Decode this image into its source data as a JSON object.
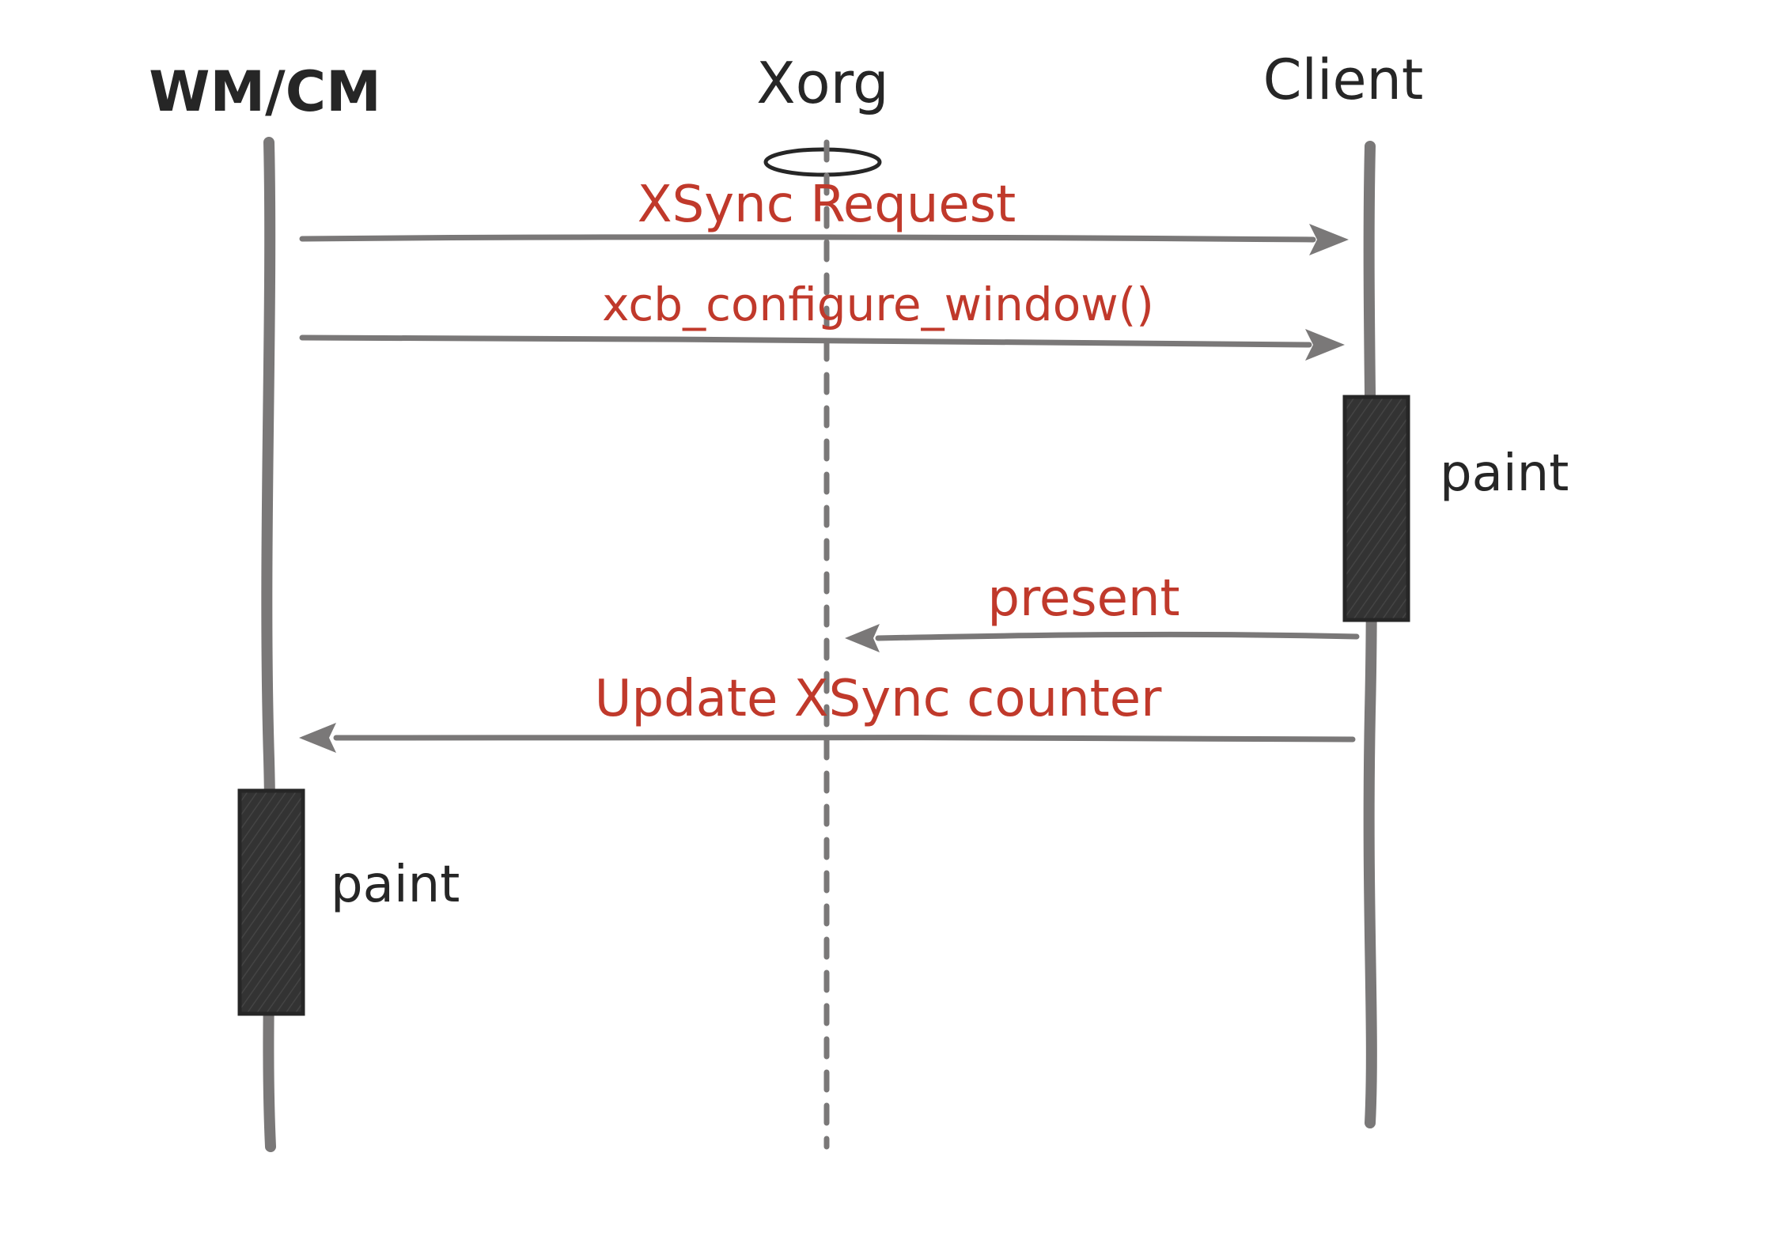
{
  "diagram": {
    "participants": [
      {
        "id": "wm",
        "label": "WM/CM"
      },
      {
        "id": "xorg",
        "label": "Xorg"
      },
      {
        "id": "client",
        "label": "Client"
      }
    ],
    "messages": [
      {
        "id": "msg1",
        "label": "XSync Request"
      },
      {
        "id": "msg2",
        "label": "xcb_configure_window()"
      },
      {
        "id": "msg3",
        "label": "present"
      },
      {
        "id": "msg4",
        "label": "Update XSync counter"
      }
    ],
    "activations": [
      {
        "id": "client-paint",
        "label": "paint"
      },
      {
        "id": "wm-paint",
        "label": "paint"
      }
    ],
    "colors": {
      "lifeline": "#7a7878",
      "activation": "#333333",
      "participant_text": "#262626",
      "message_text": "#c0392b"
    }
  }
}
